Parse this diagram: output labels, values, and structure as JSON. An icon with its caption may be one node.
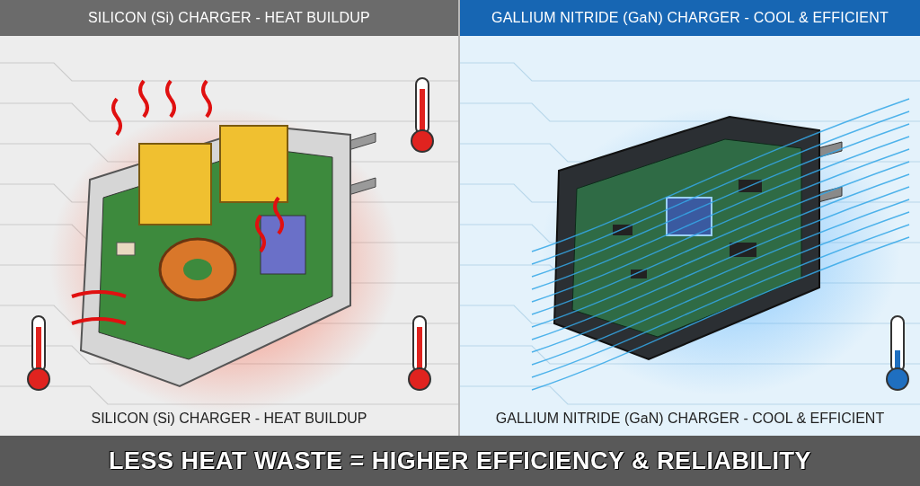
{
  "diagram": {
    "caption": "LESS HEAT WASTE = HIGHER EFFICIENCY & RELIABILITY",
    "nodes": [
      {
        "text": [
          "SILICON (Si) CHARGER - HEAT BUILDUP",
          "SILICON (Si) CHARGER - HEAT BUILDUP"
        ]
      },
      {
        "text": [
          "GALLIUM NITRIDE (GaN) CHARGER - COOL & EFFICIENT",
          "GALLIUM NITRIDE (GaN) CHARGER - COOL & EFFICIENT"
        ]
      }
    ]
  }
}
